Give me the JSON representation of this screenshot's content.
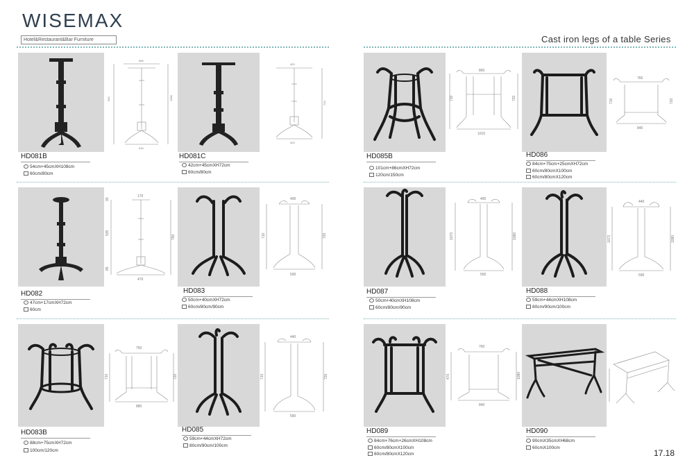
{
  "header": {
    "logo": "WISEMAX",
    "tagline": "Hotel&Restaurant&Bar Furniture",
    "series_title": "Cast iron legs of a table Series"
  },
  "products": [
    {
      "code": "HD081B",
      "size": "54cm+45cmXH108cm",
      "tops": [
        "60cm/80cm"
      ]
    },
    {
      "code": "HD081C",
      "size": "42cm+45cmXH72cm",
      "tops": [
        "60cm/80cm"
      ]
    },
    {
      "code": "HD085B",
      "size": "101cm+86cmXH72cm",
      "tops": [
        "120cm/150cm"
      ]
    },
    {
      "code": "HD086",
      "size": "84cm+75cm+25cmXH72cm",
      "tops": [
        "60cm/80cmX100cm",
        "60cm/80cmX120cm"
      ]
    },
    {
      "code": "HD082",
      "size": "47cm+17cmXH72cm",
      "tops": [
        "60cm"
      ]
    },
    {
      "code": "HD083",
      "size": "50cm+40cmXH72cm",
      "tops": [
        "60cm/80cm/90cm"
      ]
    },
    {
      "code": "HD087",
      "size": "50cm+40cmXH108cm",
      "tops": [
        "60cm/80cm/90cm"
      ]
    },
    {
      "code": "HD088",
      "size": "59cm+44cmXH108cm",
      "tops": [
        "80cm/90cm/100cm"
      ]
    },
    {
      "code": "HD083B",
      "size": "88cm+75cmXH72cm",
      "tops": [
        "100cm/120cm"
      ]
    },
    {
      "code": "HD085",
      "size": "59cm+44cmXH72cm",
      "tops": [
        "80cm/90cm/100cm"
      ]
    },
    {
      "code": "HD089",
      "size": "84cm+76cm+26cmXH108cm",
      "tops": [
        "60cm/80cmX100cm",
        "60cm/80cmX120cm"
      ]
    },
    {
      "code": "HD090",
      "size": "90cmX35cmXH68cm",
      "tops": [
        "60cmX100cm"
      ]
    }
  ],
  "dimensions": {
    "hd081b": {
      "top": "556",
      "h1": "940",
      "h2": "1080",
      "bottom": "516"
    },
    "hd081c": {
      "top": "420",
      "h": "720",
      "bottom": "420"
    },
    "hd085b": {
      "top": "860",
      "h1": "710",
      "h2": "720",
      "bottom": "1010"
    },
    "hd086": {
      "top": "760",
      "h1": "710",
      "h2": "720",
      "bottom": "840"
    },
    "hd082": {
      "top": "170",
      "h1": "30",
      "h2": "535",
      "h3": "750",
      "h4": "85",
      "bottom": "470"
    },
    "hd083": {
      "top": "400",
      "h1": "710",
      "h2": "720",
      "bottom": "500"
    },
    "hd087": {
      "top": "400",
      "h1": "1070",
      "h2": "1080",
      "bottom": "500"
    },
    "hd088": {
      "top": "440",
      "h1": "1072",
      "h2": "1080",
      "bottom": "590"
    },
    "hd083b": {
      "top": "750",
      "h1": "710",
      "h2": "720",
      "bottom": "880"
    },
    "hd085": {
      "top": "440",
      "h1": "710",
      "h2": "720",
      "bottom": "590"
    },
    "hd089": {
      "top": "760",
      "h1": "470",
      "h2": "1080",
      "bottom": "840"
    }
  },
  "page_number": "17.18"
}
